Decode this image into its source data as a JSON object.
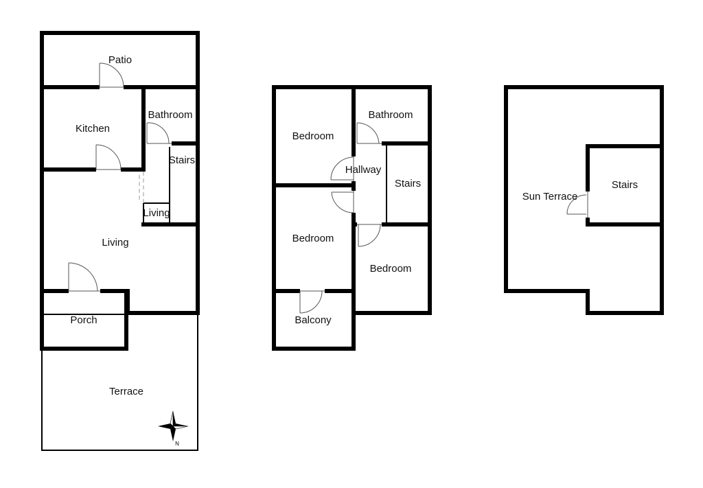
{
  "floors": [
    {
      "id": "ground",
      "rooms": [
        {
          "name": "patio",
          "label": "Patio"
        },
        {
          "name": "kitchen",
          "label": "Kitchen"
        },
        {
          "name": "bathroom",
          "label": "Bathroom"
        },
        {
          "name": "stairs",
          "label": "Stairs"
        },
        {
          "name": "living-nook",
          "label": "Living"
        },
        {
          "name": "living",
          "label": "Living"
        },
        {
          "name": "porch",
          "label": "Porch"
        },
        {
          "name": "terrace",
          "label": "Terrace"
        }
      ],
      "compass": {
        "label": "N"
      }
    },
    {
      "id": "first",
      "rooms": [
        {
          "name": "bedroom-1",
          "label": "Bedroom"
        },
        {
          "name": "bathroom",
          "label": "Bathroom"
        },
        {
          "name": "hallway",
          "label": "Hallway"
        },
        {
          "name": "stairs",
          "label": "Stairs"
        },
        {
          "name": "bedroom-2",
          "label": "Bedroom"
        },
        {
          "name": "bedroom-3",
          "label": "Bedroom"
        },
        {
          "name": "balcony",
          "label": "Balcony"
        }
      ]
    },
    {
      "id": "roof",
      "rooms": [
        {
          "name": "sun-terrace",
          "label": "Sun Terrace"
        },
        {
          "name": "stairs",
          "label": "Stairs"
        }
      ]
    }
  ]
}
